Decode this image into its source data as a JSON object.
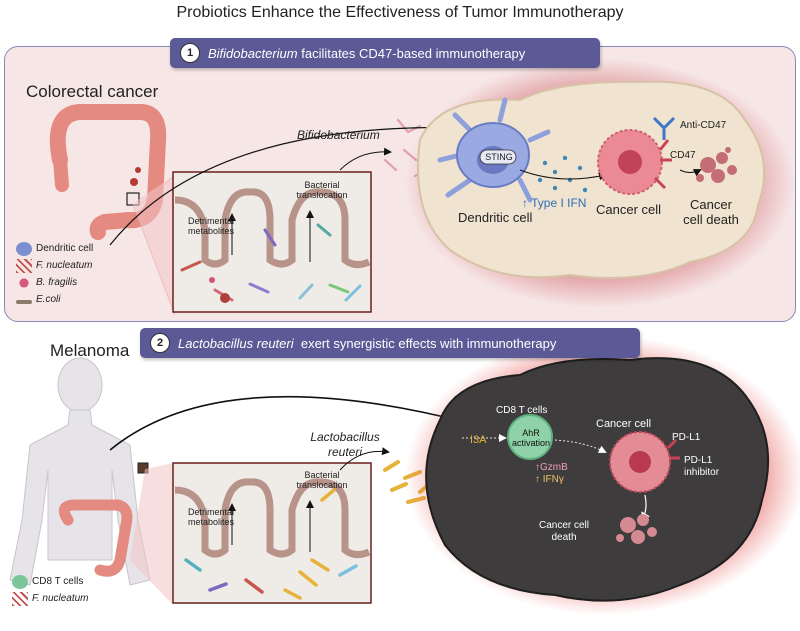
{
  "title": "Probiotics Enhance the Effectiveness of Tumor Immunotherapy",
  "panel1": {
    "number": "1",
    "banner_italic": "Bifidobacterium",
    "banner_rest": " facilitates CD47-based immunotherapy",
    "disease": "Colorectal cancer",
    "bacterium": "Bifidobacterium",
    "detrimental": "Detrimental metabolites",
    "translocation": "Bacterial translocation",
    "sting": "STING",
    "type1ifn": "↑ Type I IFN",
    "dendritic": "Dendritic cell",
    "cancer_cell": "Cancer cell",
    "cancer_death": "Cancer cell death",
    "anti_cd47": "Anti-CD47",
    "cd47": "CD47",
    "legend": [
      {
        "label": "Dendritic cell",
        "icon": "dendritic-cell-icon",
        "italic": false,
        "color": "#7b8fd0"
      },
      {
        "label": "F. nucleatum",
        "icon": "f-nucleatum-icon",
        "italic": true,
        "color": "#c0554f"
      },
      {
        "label": "B. fragilis",
        "icon": "b-fragilis-icon",
        "italic": true,
        "color": "#d45a78"
      },
      {
        "label": "E.coli",
        "icon": "e-coli-icon",
        "italic": true,
        "color": "#8a7a6a"
      }
    ]
  },
  "panel2": {
    "number": "2",
    "banner_italic": "Lactobacillus reuteri",
    "banner_rest": "  exert synergistic effects with immunotherapy",
    "disease": "Melanoma",
    "bacterium": "Lactobacillus reuteri",
    "detrimental": "Detrimental metabolites",
    "translocation": "Bacterial translocation",
    "cd8": "CD8 T cells",
    "ahr": "AhR activation",
    "i3a": "I3A",
    "gzmb": "↑GzmB",
    "ifng": "↑ IFNγ",
    "cancer_cell": "Cancer cell",
    "pdl1": "PD-L1",
    "inhibitor": "PD-L1 inhibitor",
    "cancer_death": "Cancer cell death",
    "legend": [
      {
        "label": "CD8 T cells",
        "icon": "cd8-t-cell-icon",
        "italic": false,
        "color": "#7cc79a"
      },
      {
        "label": "F. nucleatum",
        "icon": "f-nucleatum-icon",
        "italic": true,
        "color": "#c0554f"
      }
    ]
  }
}
